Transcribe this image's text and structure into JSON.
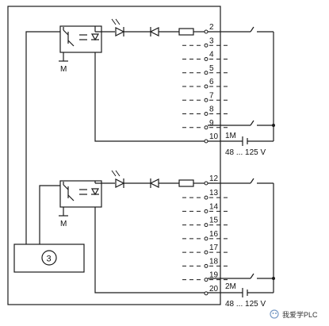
{
  "groups": [
    {
      "terminals": [
        "2",
        "3",
        "4",
        "5",
        "6",
        "7",
        "8",
        "9",
        "10"
      ],
      "common": "1M",
      "voltage": "48 ... 125 V"
    },
    {
      "terminals": [
        "12",
        "13",
        "14",
        "15",
        "16",
        "17",
        "18",
        "19",
        "20"
      ],
      "common": "2M",
      "voltage": "48 ... 125 V"
    }
  ],
  "ground_label": "M",
  "module_label": "3",
  "watermark": "我爱学PLC"
}
